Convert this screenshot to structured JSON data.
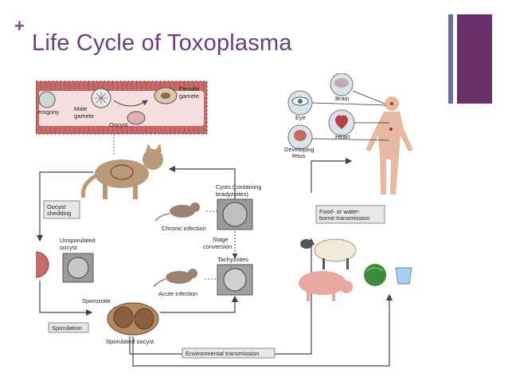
{
  "slide": {
    "bullet": "+",
    "title": "Life Cycle of Toxoplasma"
  },
  "diagram": {
    "inset": {
      "merogony": "erogony",
      "male_gamete": [
        "Male",
        "gamete"
      ],
      "female_gamete": [
        "Female",
        "gamete"
      ],
      "oocyst": "Oocyst"
    },
    "labels": {
      "oocyst_shedding": [
        "Oocyst",
        "shedding"
      ],
      "unsporulated_oocyst": [
        "Unsporulated",
        "oocyst"
      ],
      "sporozoite": "Sporozoite",
      "sporulation": "Sporulation",
      "sporulated_oocyst": "Sporulated oocyst",
      "cysts": [
        "Cysts (containing",
        "bradyzoites)"
      ],
      "chronic_infection": "Chronic infection",
      "stage_conversion": [
        "Stage",
        "conversion"
      ],
      "tachyzoites": "Tachyzoites",
      "acute_infection": "Acute infection",
      "environmental_transmission": "Environmental transmission",
      "food_water": [
        "Food- or water-",
        "borne transmission"
      ],
      "brain": "Brain",
      "eye": "Eye",
      "heart": "Heart",
      "developing_fetus": [
        "Developing",
        "fetus"
      ]
    },
    "colors": {
      "title": "#6b3f7d",
      "accent_bar": "#6a2f6b",
      "secondary_bar": "#6b6fa0",
      "inset_fill": "#c96a6a",
      "arrow": "#444444"
    }
  }
}
